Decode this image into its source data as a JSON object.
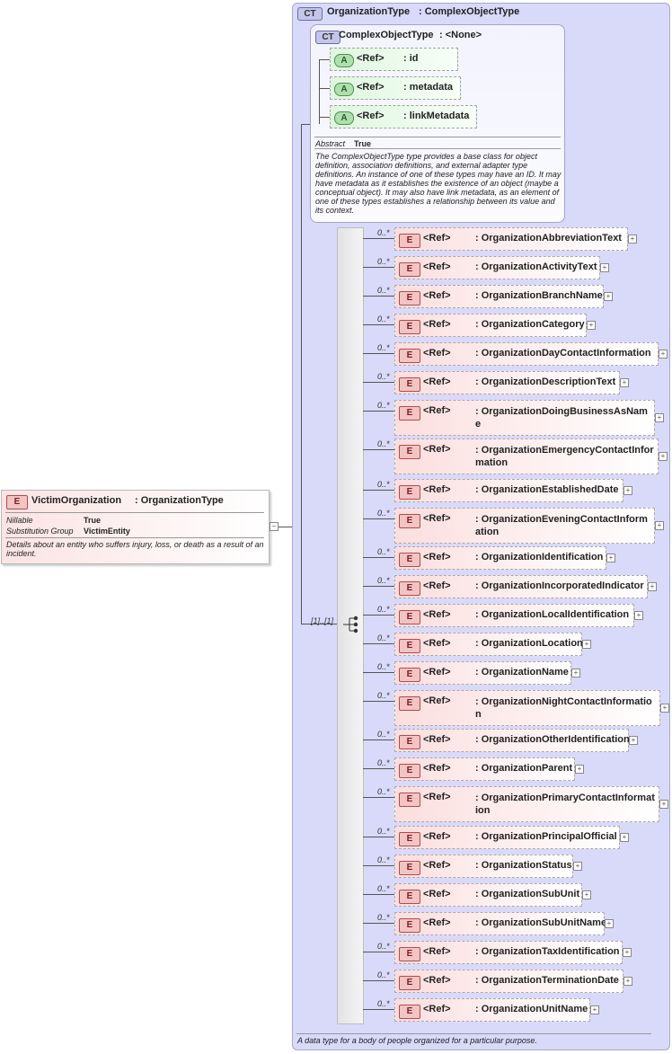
{
  "root_element": {
    "badge": "E",
    "name": "VictimOrganization",
    "type": ": OrganizationType",
    "props": [
      {
        "label": "Nillable",
        "value": "True"
      },
      {
        "label": "Substitution Group",
        "value": "VictimEntity"
      }
    ],
    "description": "Details about an entity who suffers injury, loss, or death as a result of an incident."
  },
  "complex_type": {
    "badge": "CT",
    "name": "OrganizationType",
    "base": ": ComplexObjectType",
    "description": "A data type for a body of people organized for a particular purpose."
  },
  "base_type": {
    "badge": "CT",
    "name": "ComplexObjectType",
    "base": ": <None>",
    "attributes": [
      {
        "badge": "A",
        "ref": "<Ref>",
        "name": ": id"
      },
      {
        "badge": "A",
        "ref": "<Ref>",
        "name": ": metadata"
      },
      {
        "badge": "A",
        "ref": "<Ref>",
        "name": ": linkMetadata"
      }
    ],
    "abstract_label": "Abstract",
    "abstract_value": "True",
    "description": "The ComplexObjectType type provides a base class for object definition, association definitions, and external adapter type definitions. An instance of one of these types may have an ID. It may have metadata as it establishes the existence of an object (maybe a conceptual object). It may also have link metadata, as an element of one of these types establishes a relationship between its value and its context."
  },
  "sequence": {
    "multiplicity": "[1]..[1]"
  },
  "elements": [
    {
      "mult": "0..*",
      "ref": "<Ref>",
      "name": ": OrganizationAbbreviationText"
    },
    {
      "mult": "0..*",
      "ref": "<Ref>",
      "name": ": OrganizationActivityText"
    },
    {
      "mult": "0..*",
      "ref": "<Ref>",
      "name": ": OrganizationBranchName"
    },
    {
      "mult": "0..*",
      "ref": "<Ref>",
      "name": ": OrganizationCategory"
    },
    {
      "mult": "0..*",
      "ref": "<Ref>",
      "name": ": OrganizationDayContactInformation"
    },
    {
      "mult": "0..*",
      "ref": "<Ref>",
      "name": ": OrganizationDescriptionText"
    },
    {
      "mult": "0..*",
      "ref": "<Ref>",
      "name": ": OrganizationDoingBusinessAsName"
    },
    {
      "mult": "0..*",
      "ref": "<Ref>",
      "name": ": OrganizationEmergencyContactInformation"
    },
    {
      "mult": "0..*",
      "ref": "<Ref>",
      "name": ": OrganizationEstablishedDate"
    },
    {
      "mult": "0..*",
      "ref": "<Ref>",
      "name": ": OrganizationEveningContactInformation"
    },
    {
      "mult": "0..*",
      "ref": "<Ref>",
      "name": ": OrganizationIdentification"
    },
    {
      "mult": "0..*",
      "ref": "<Ref>",
      "name": ": OrganizationIncorporatedIndicator"
    },
    {
      "mult": "0..*",
      "ref": "<Ref>",
      "name": ": OrganizationLocalIdentification"
    },
    {
      "mult": "0..*",
      "ref": "<Ref>",
      "name": ": OrganizationLocation"
    },
    {
      "mult": "0..*",
      "ref": "<Ref>",
      "name": ": OrganizationName"
    },
    {
      "mult": "0..*",
      "ref": "<Ref>",
      "name": ": OrganizationNightContactInformation"
    },
    {
      "mult": "0..*",
      "ref": "<Ref>",
      "name": ": OrganizationOtherIdentification"
    },
    {
      "mult": "0..*",
      "ref": "<Ref>",
      "name": ": OrganizationParent"
    },
    {
      "mult": "0..*",
      "ref": "<Ref>",
      "name": ": OrganizationPrimaryContactInformation"
    },
    {
      "mult": "0..*",
      "ref": "<Ref>",
      "name": ": OrganizationPrincipalOfficial"
    },
    {
      "mult": "0..*",
      "ref": "<Ref>",
      "name": ": OrganizationStatus"
    },
    {
      "mult": "0..*",
      "ref": "<Ref>",
      "name": ": OrganizationSubUnit"
    },
    {
      "mult": "0..*",
      "ref": "<Ref>",
      "name": ": OrganizationSubUnitName"
    },
    {
      "mult": "0..*",
      "ref": "<Ref>",
      "name": ": OrganizationTaxIdentification"
    },
    {
      "mult": "0..*",
      "ref": "<Ref>",
      "name": ": OrganizationTerminationDate"
    },
    {
      "mult": "0..*",
      "ref": "<Ref>",
      "name": ": OrganizationUnitName"
    }
  ]
}
